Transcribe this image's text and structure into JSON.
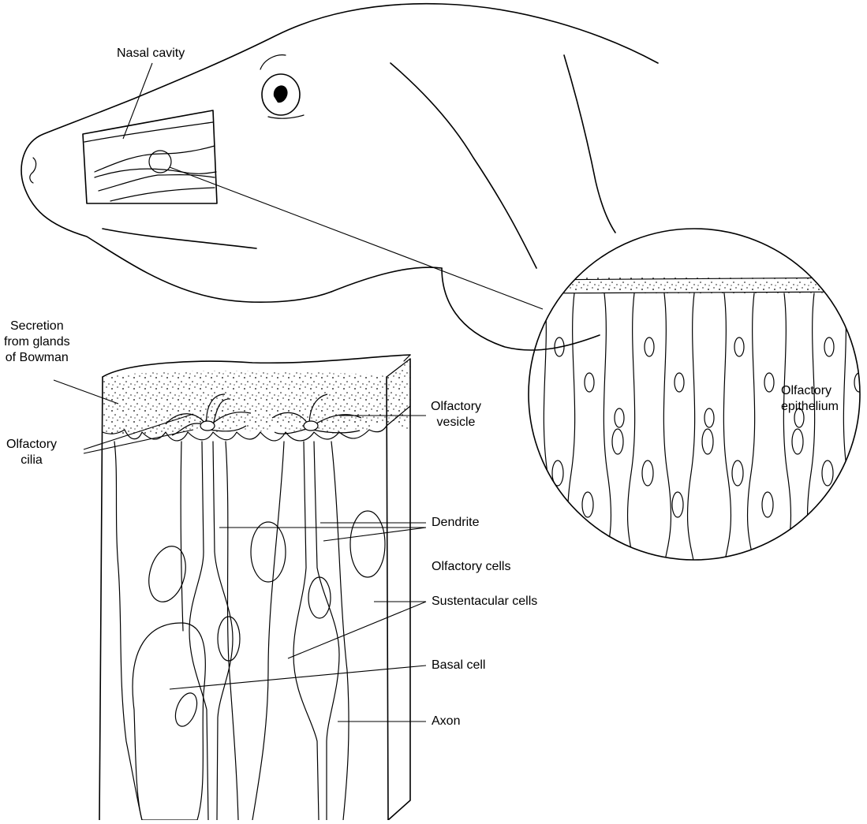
{
  "labels": {
    "nasal_cavity": "Nasal cavity",
    "secretion": [
      "Secretion",
      "from glands",
      "of Bowman"
    ],
    "olfactory_cilia": [
      "Olfactory",
      "cilia"
    ],
    "olfactory_vesicle": [
      "Olfactory",
      "vesicle"
    ],
    "dendrite": "Dendrite",
    "olfactory_cells": "Olfactory cells",
    "sustentacular_cells": "Sustentacular cells",
    "basal_cell": "Basal cell",
    "axon": "Axon",
    "olfactory_epithelium": [
      "Olfactory",
      "epithelium"
    ]
  }
}
